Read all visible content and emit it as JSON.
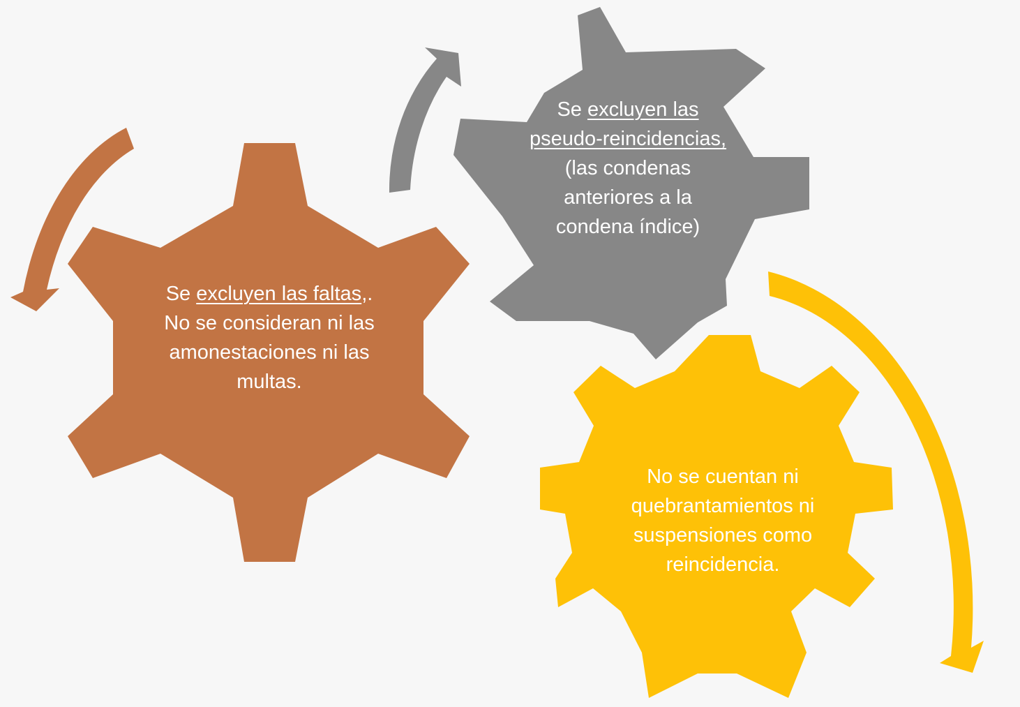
{
  "colors": {
    "background": "#f7f7f7",
    "orange": "#c27444",
    "gray": "#878787",
    "yellow": "#fec107",
    "text": "#ffffff"
  },
  "gears": {
    "orange": {
      "prefix": "Se ",
      "underlined": "excluyen las faltas",
      "suffix": ",. No se consideran ni las amonestaciones ni las multas."
    },
    "gray": {
      "prefix": "Se ",
      "underlined": "excluyen las pseudo-reincidencias,",
      "suffix": " (las condenas anteriores a la condena índice)"
    },
    "yellow": {
      "text": "No se cuentan ni quebrantamientos ni suspensiones como reincidencia."
    }
  },
  "arrows": {
    "orange": "curved-arrow-icon",
    "gray": "curved-arrow-icon",
    "yellow": "curved-arrow-icon"
  }
}
